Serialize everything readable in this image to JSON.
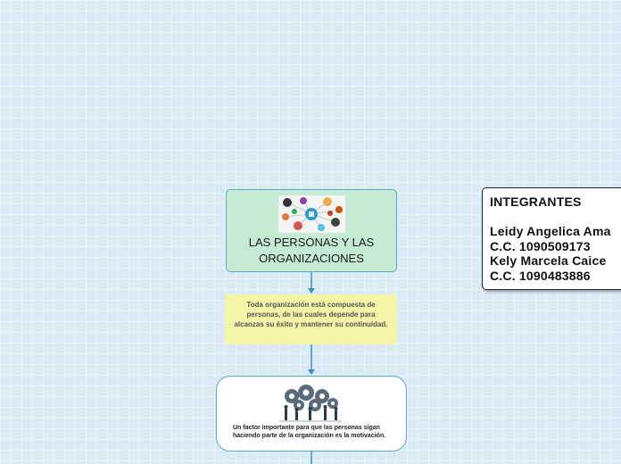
{
  "root": {
    "title": "LAS PERSONAS Y LAS\nORGANIZACIONES",
    "image_icon": "social-network-people-icon"
  },
  "child1": {
    "text": "Toda organización está compuesta de personas, de las cuales depende para alcanzas su éxito y mantener su continuidad."
  },
  "child2": {
    "text": "Un factor importante para que las personas sigan haciendo parte de la organización es la motivación.",
    "image_icon": "people-gears-icon"
  },
  "integrantes": {
    "text": "INTEGRANTES\n\nLeidy Angelica Ama\nC.C. 1090509173\nKely Marcela Caice\nC.C. 1090483886"
  },
  "colors": {
    "background": "#dbebf5",
    "root_fill": "#c5ebd2",
    "note_fill": "#f5f3a6",
    "connector": "#3a8fd1"
  }
}
